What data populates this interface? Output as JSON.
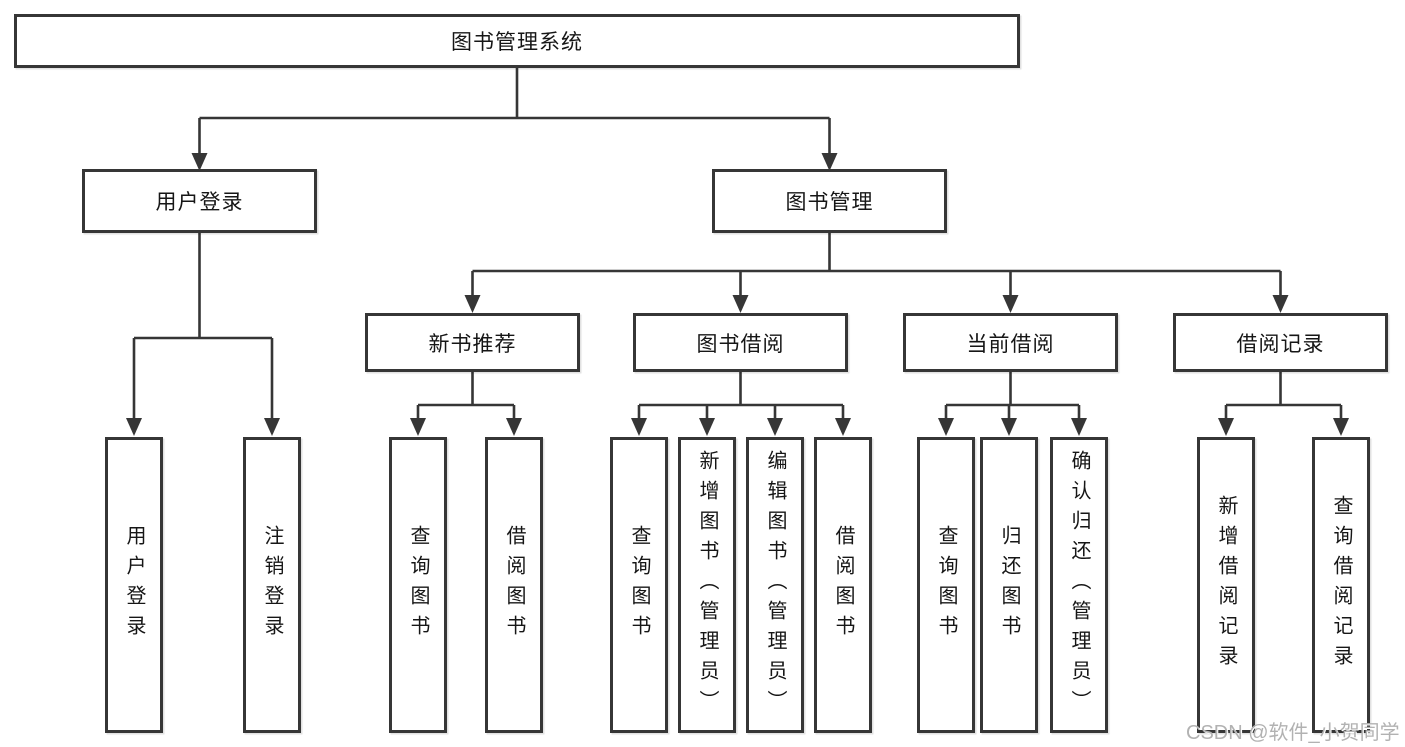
{
  "diagram": {
    "title": "图书管理系统",
    "level2": {
      "user_login": "用户登录",
      "book_mgmt": "图书管理"
    },
    "level3": {
      "new_book": "新书推荐",
      "book_borrow": "图书借阅",
      "current_borrow": "当前借阅",
      "borrow_record": "借阅记录"
    },
    "leaves": {
      "user_login": [
        "用户登录",
        "注销登录"
      ],
      "new_book": [
        "查询图书",
        "借阅图书"
      ],
      "book_borrow": [
        "查询图书",
        "新增图书（管理员）",
        "编辑图书（管理员）",
        "借阅图书"
      ],
      "current_borrow": [
        "查询图书",
        "归还图书",
        "确认归还（管理员）"
      ],
      "borrow_record": [
        "新增借阅记录",
        "查询借阅记录"
      ]
    }
  },
  "watermark": "CSDN @软件_小贺同学",
  "colors": {
    "line": "#363636",
    "text": "#161616",
    "watermark": "#b2b2b2",
    "background": "#ffffff"
  }
}
